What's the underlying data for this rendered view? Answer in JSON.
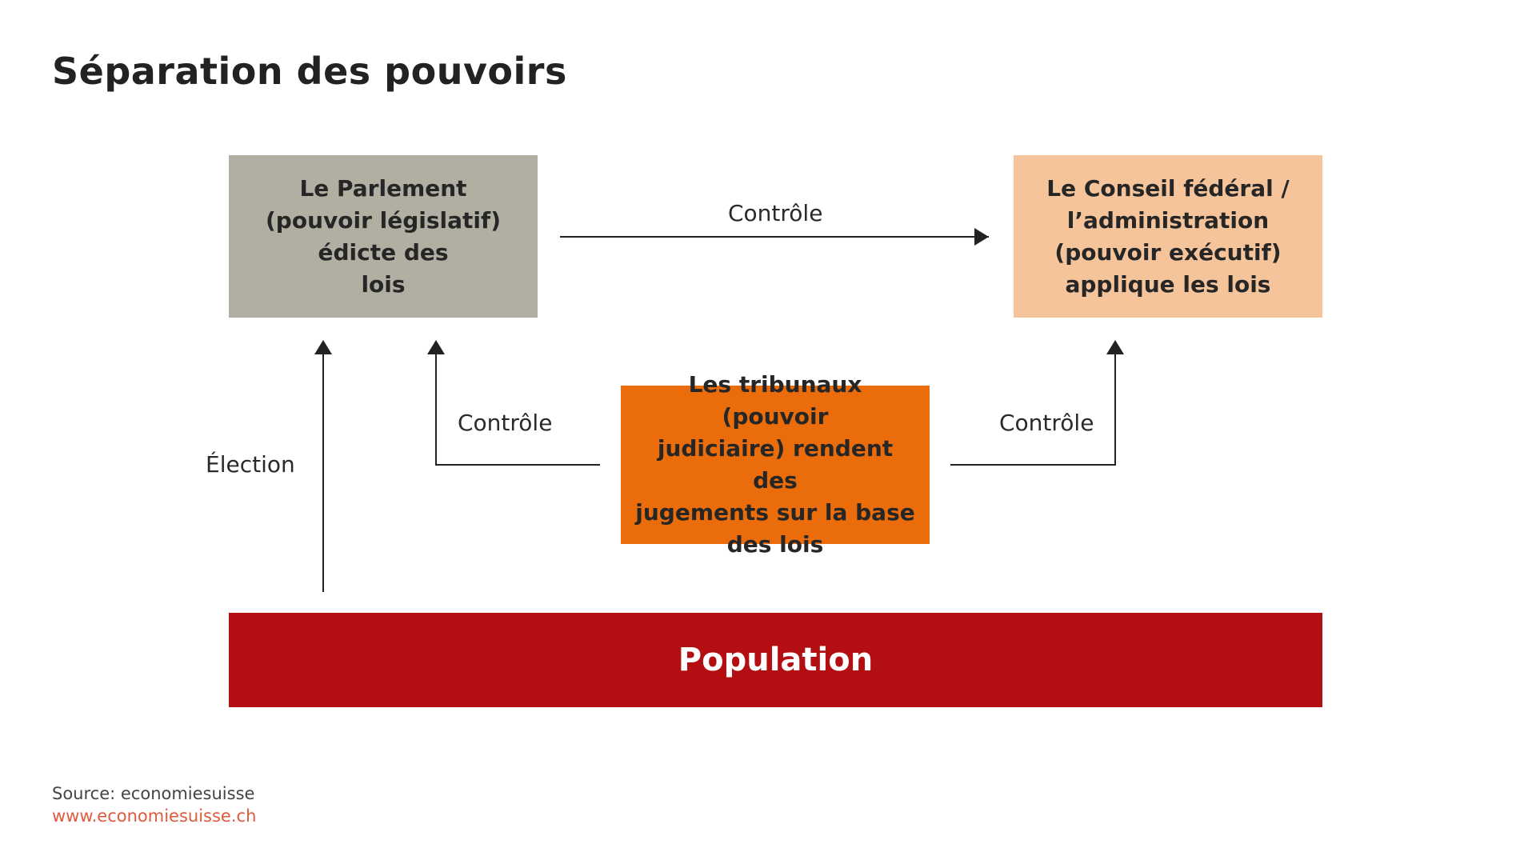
{
  "title": "Séparation des pouvoirs",
  "boxes": {
    "parliament": "Le Parlement\n(pouvoir législatif)\nédicte des\nlois",
    "council": "Le Conseil fédéral /\nl’administration\n(pouvoir exécutif)\napplique les lois",
    "courts": "Les tribunaux (pouvoir\njudiciaire) rendent des\njugements sur la base\ndes lois",
    "population": "Population"
  },
  "labels": {
    "control_top": "Contrôle",
    "control_left": "Contrôle",
    "control_right": "Contrôle",
    "election": "Élection"
  },
  "footer": {
    "source": "Source: economiesuisse",
    "url": "www.economiesuisse.ch"
  },
  "colors": {
    "parliament": "#b0afa2",
    "council": "#f5c49b",
    "courts": "#eb6c0a",
    "population": "#b30f12",
    "url": "#e05a3c",
    "arrow": "#222222"
  }
}
